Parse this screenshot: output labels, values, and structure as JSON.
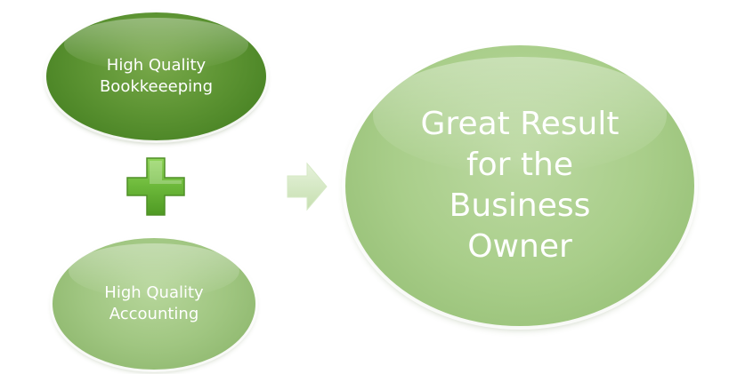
{
  "diagram": {
    "nodes": [
      {
        "id": "bookkeeping",
        "text": "High Quality\nBookkeeeping"
      },
      {
        "id": "accounting",
        "text": "High Quality\nAccounting"
      },
      {
        "id": "result",
        "text": "Great Result for the Business Owner"
      }
    ],
    "connectors": [
      {
        "type": "plus",
        "icon": "plus-icon"
      },
      {
        "type": "arrow",
        "icon": "arrow-right-icon"
      }
    ],
    "colors": {
      "dark_green": "#5d9433",
      "light_green": "#a9ce8a",
      "plus_green": "#6cb83a",
      "arrow_green": "#d4e8c2",
      "text": "#ffffff"
    }
  }
}
